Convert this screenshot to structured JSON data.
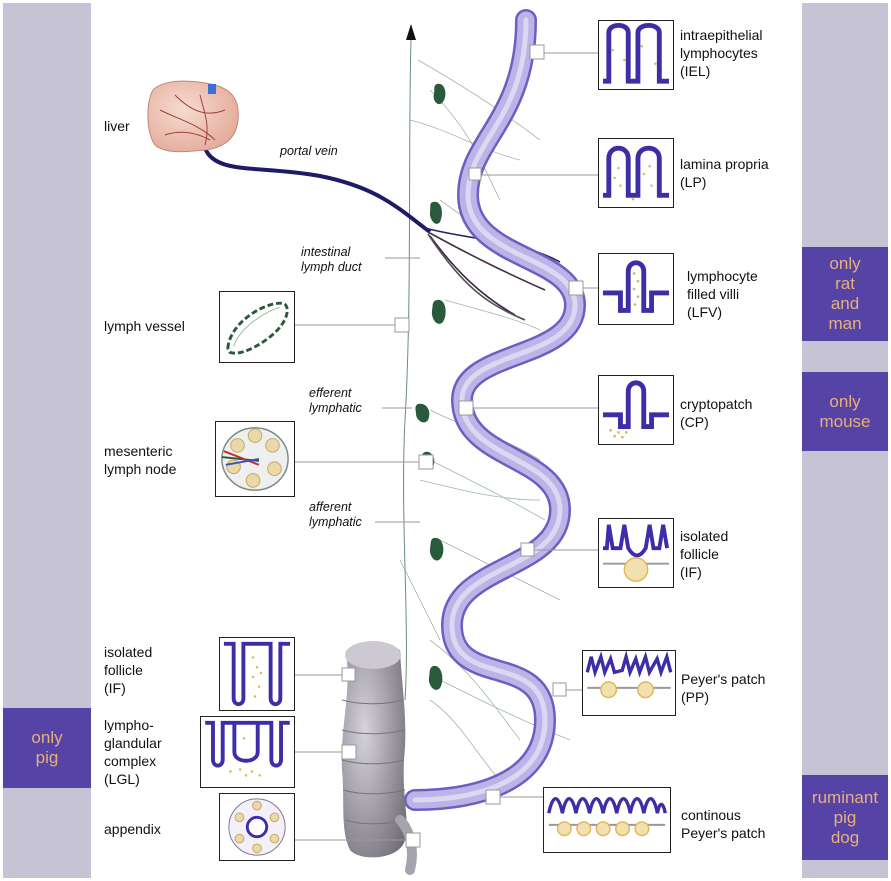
{
  "colors": {
    "gut": "#bcb4e6",
    "gut_edge": "#6d5dc4",
    "villus": "#3d2ea8",
    "node": "#2a5a3c",
    "follicle": "#e0b75a",
    "strip": "#c6c4d4",
    "badge_bg": "#5543a6",
    "badge_text": "#e8b07a",
    "portal_vein": "#1f1a66"
  },
  "left_labels": {
    "liver": "liver",
    "lymph_vessel": "lymph vessel",
    "mln": [
      "mesenteric",
      "lymph node"
    ],
    "if_left": [
      "isolated",
      "follicle",
      "(IF)"
    ],
    "lgl": [
      "lympho-",
      "glandular",
      "complex",
      "(LGL)"
    ],
    "appendix": "appendix"
  },
  "italic_labels": {
    "portal_vein": "portal vein",
    "intestinal_duct": [
      "intestinal",
      "lymph duct"
    ],
    "efferent": [
      "efferent",
      "lymphatic"
    ],
    "afferent": [
      "afferent",
      "lymphatic"
    ]
  },
  "right_labels": {
    "iel": [
      "intraepithelial",
      "lymphocytes",
      "(IEL)"
    ],
    "lp": [
      "lamina propria",
      "(LP)"
    ],
    "lfv": [
      "lymphocyte",
      "filled villi",
      "(LFV)"
    ],
    "cp": [
      "cryptopatch",
      "(CP)"
    ],
    "if_right": [
      "isolated",
      "follicle",
      "(IF)"
    ],
    "pp": [
      "Peyer's patch",
      "(PP)"
    ],
    "cpp": [
      "continous",
      "Peyer's patch"
    ]
  },
  "badges": {
    "rat_man": [
      "only",
      "rat",
      "and",
      "man"
    ],
    "mouse": [
      "only",
      "mouse"
    ],
    "pig": [
      "only",
      "pig"
    ],
    "ruminant": [
      "ruminant",
      "pig",
      "dog"
    ]
  }
}
